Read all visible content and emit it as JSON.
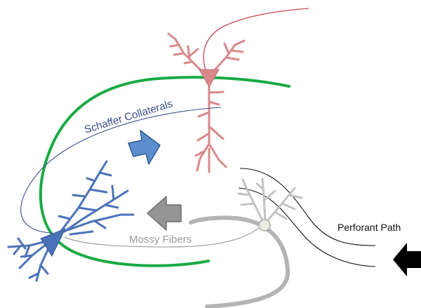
{
  "labels": {
    "schaffer": "Schaffer Collaterals",
    "mossy": "Mossy Fibers",
    "perforant": "Perforant Path"
  },
  "colors": {
    "ca3_neuron": "#4a72b8",
    "ca1_neuron": "#d9898a",
    "ca1_axon": "#c54d55",
    "granule_cell": "#c3c3c3",
    "granule_outline": "#a7a7a7",
    "hippocampus_green": "#1aaa44",
    "dentate_gray": "#b4b4b4",
    "schaffer_path": "#3a4f8a",
    "mossy_path": "#909090",
    "perforant_path": "#111111",
    "arrow_blue": "#5d8fce",
    "arrow_gray": "#959595",
    "arrow_black": "#000000"
  },
  "icons": {
    "schaffer_arrow": "right-arrow-icon",
    "mossy_arrow": "left-arrow-icon",
    "perforant_arrow": "left-arrow-icon"
  }
}
